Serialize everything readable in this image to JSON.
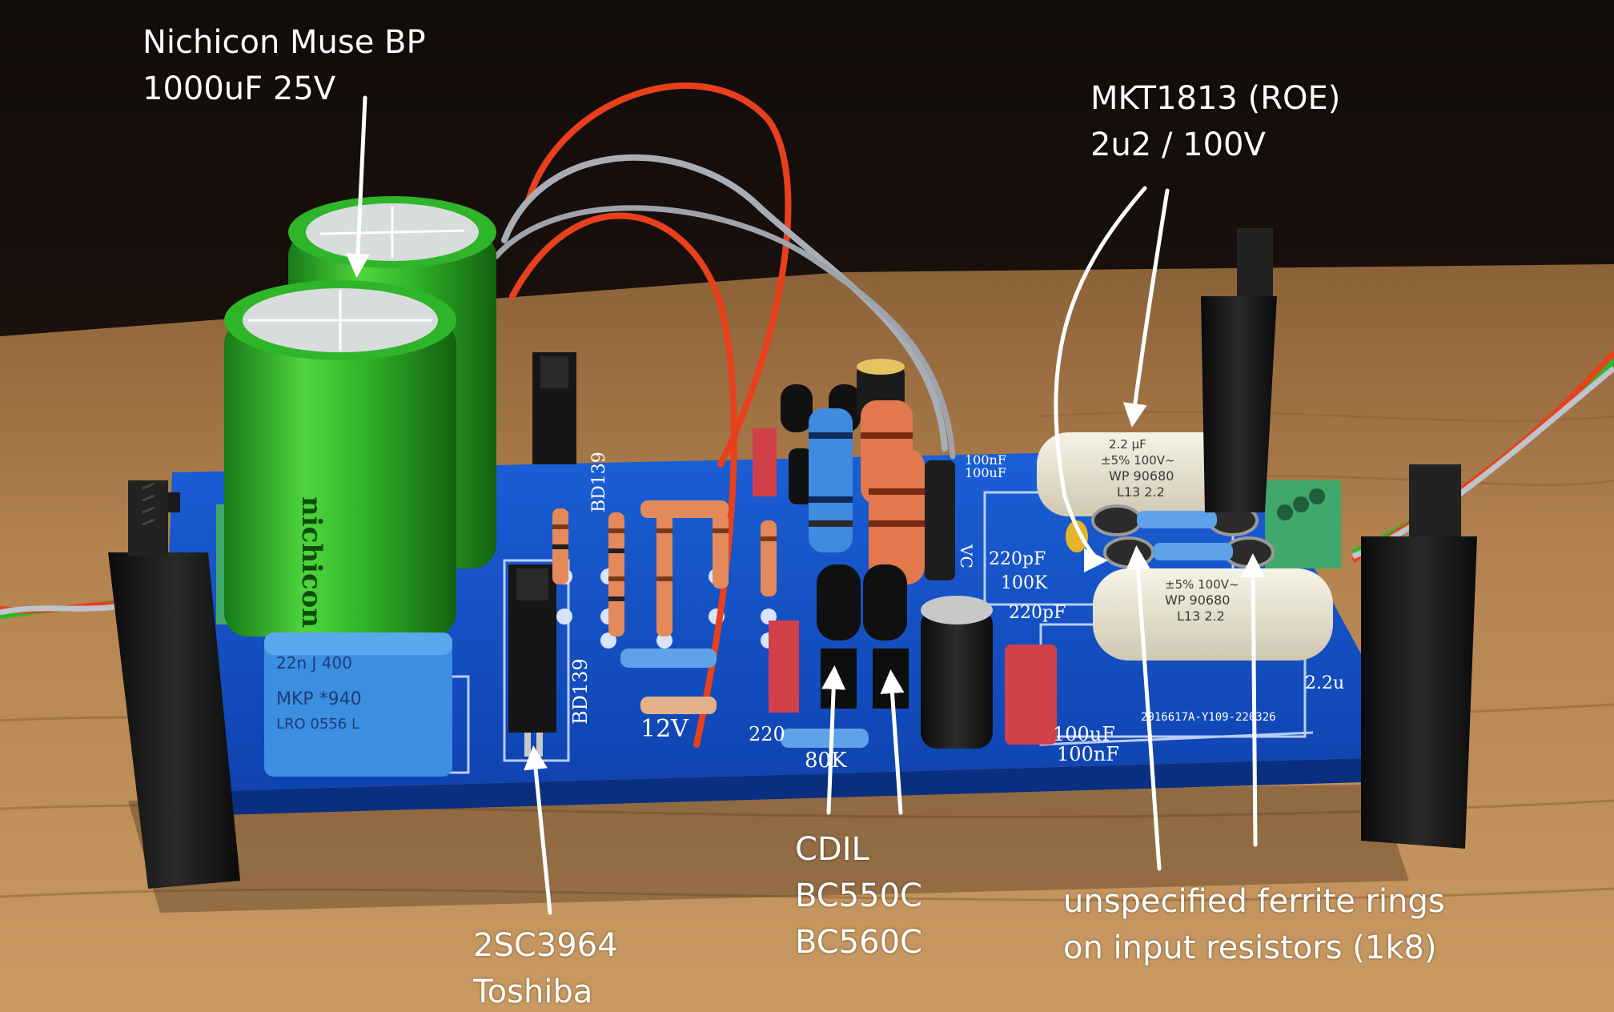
{
  "annotations": {
    "capacitor_muse": {
      "line1": "Nichicon Muse BP",
      "line2": "1000uF 25V"
    },
    "film_capacitor": {
      "line1": "MKT1813 (ROE)",
      "line2": "2u2 / 100V"
    },
    "transistors_small": {
      "line1": "CDIL",
      "line2": "BC550C",
      "line3": "BC560C"
    },
    "transistor_power": {
      "line1": "2SC3964",
      "line2": "Toshiba"
    },
    "ferrite": {
      "line1": "unspecified ferrite rings",
      "line2": "on input resistors (1k8)"
    }
  },
  "pcb_silkscreen": {
    "bd139_top": "BD139",
    "bd139_bottom": "BD139",
    "v12": "12V",
    "r80k": "80K",
    "r220": "220",
    "r100k": "100K",
    "c220pf_a": "220pF",
    "c220pf_b": "220pF",
    "c100nf_top": "100nF",
    "c100uf_top": "100uF",
    "c100uf_bottom": "100uF",
    "c100nf_bottom": "100nF",
    "c2u2": "2.2u",
    "board_code": "2016617A-Y109-220326",
    "vc": "VC"
  },
  "component_prints": {
    "blue_cap_line1": "22n J 400",
    "blue_cap_line2": "MKP *940",
    "blue_cap_line3": "LRO 0556 L",
    "nichicon_brand": "nichicon",
    "film_cap_top_line1": "2.2 µF",
    "film_cap_top_line2": "±5% 100V~",
    "film_cap_top_line3": "WP 90680",
    "film_cap_top_line4": "L13 2.2",
    "film_cap_bottom_line1": "±5% 100V~",
    "film_cap_bottom_line2": "WP 90680",
    "film_cap_bottom_line3": "L13 2.2"
  },
  "colors": {
    "pcb_blue": "#1450c8",
    "cap_green": "#2fb52a",
    "wood": "#b88a55",
    "wire_red": "#e8401c",
    "wire_gray": "#a9adb6",
    "label_white": "#ffffff"
  }
}
